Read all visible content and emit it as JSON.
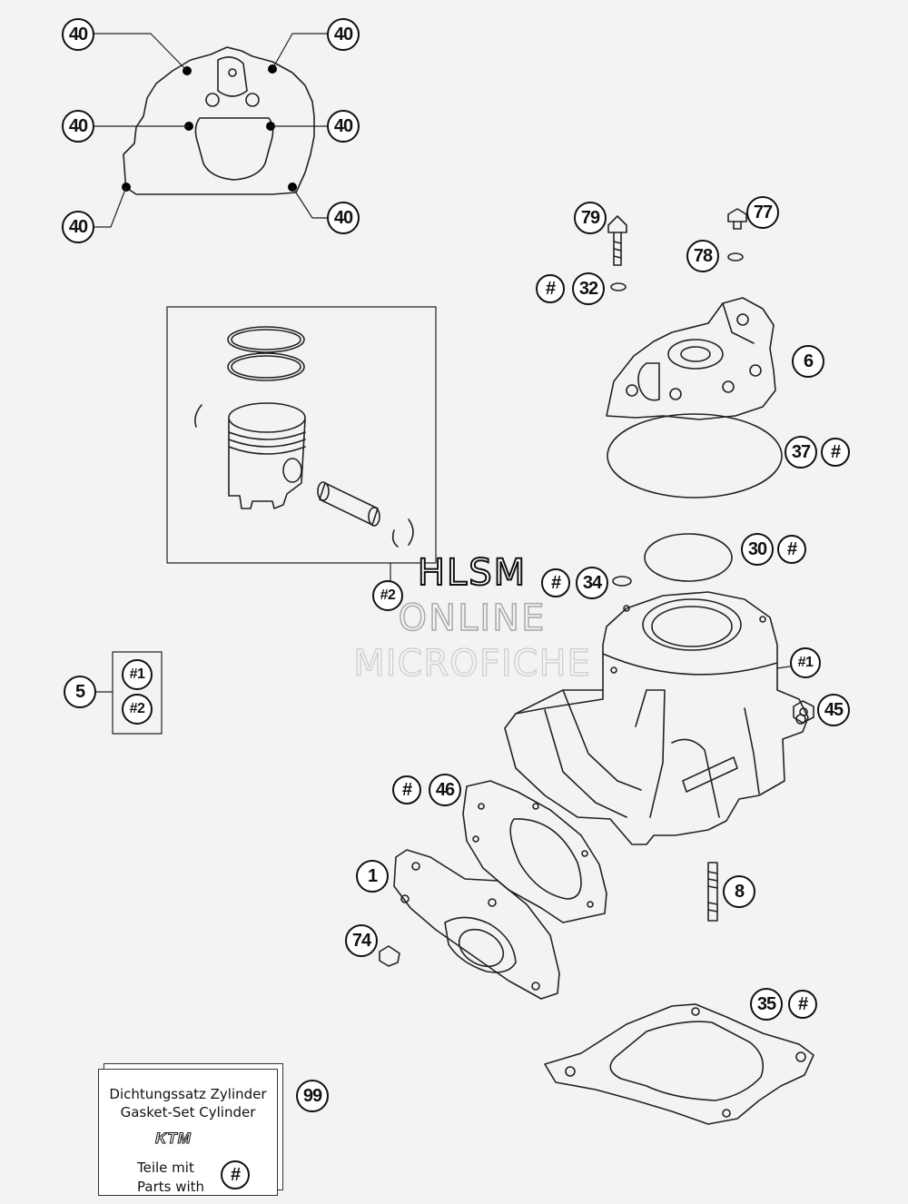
{
  "callouts": [
    {
      "id": "c40a",
      "label": "40"
    },
    {
      "id": "c40b",
      "label": "40"
    },
    {
      "id": "c40c",
      "label": "40"
    },
    {
      "id": "c40d",
      "label": "40"
    },
    {
      "id": "c40e",
      "label": "40"
    },
    {
      "id": "c40f",
      "label": "40"
    },
    {
      "id": "c79",
      "label": "79"
    },
    {
      "id": "c77",
      "label": "77"
    },
    {
      "id": "c78",
      "label": "78"
    },
    {
      "id": "c32h",
      "label": "#"
    },
    {
      "id": "c32",
      "label": "32"
    },
    {
      "id": "c6",
      "label": "6"
    },
    {
      "id": "c37",
      "label": "37"
    },
    {
      "id": "c37h",
      "label": "#"
    },
    {
      "id": "c30",
      "label": "30"
    },
    {
      "id": "c30h",
      "label": "#"
    },
    {
      "id": "c34h",
      "label": "#"
    },
    {
      "id": "c34",
      "label": "34"
    },
    {
      "id": "c2",
      "label": "#2"
    },
    {
      "id": "c5",
      "label": "5"
    },
    {
      "id": "c5a",
      "label": "#1"
    },
    {
      "id": "c5b",
      "label": "#2"
    },
    {
      "id": "c1h",
      "label": "#1"
    },
    {
      "id": "c45",
      "label": "45"
    },
    {
      "id": "c46h",
      "label": "#"
    },
    {
      "id": "c46",
      "label": "46"
    },
    {
      "id": "c1",
      "label": "1"
    },
    {
      "id": "c8",
      "label": "8"
    },
    {
      "id": "c74",
      "label": "74"
    },
    {
      "id": "c35",
      "label": "35"
    },
    {
      "id": "c35h",
      "label": "#"
    },
    {
      "id": "c99",
      "label": "99"
    },
    {
      "id": "ckit",
      "label": "#"
    }
  ],
  "kit": {
    "line1": "Dichtungssatz Zylinder",
    "line2": "Gasket-Set Cylinder",
    "logo": "KTM",
    "parts1": "Teile mit",
    "parts2": "Parts with"
  },
  "watermark": {
    "line1": "HLSM",
    "line2": "ONLINE",
    "line3": "MICROFICHE"
  }
}
